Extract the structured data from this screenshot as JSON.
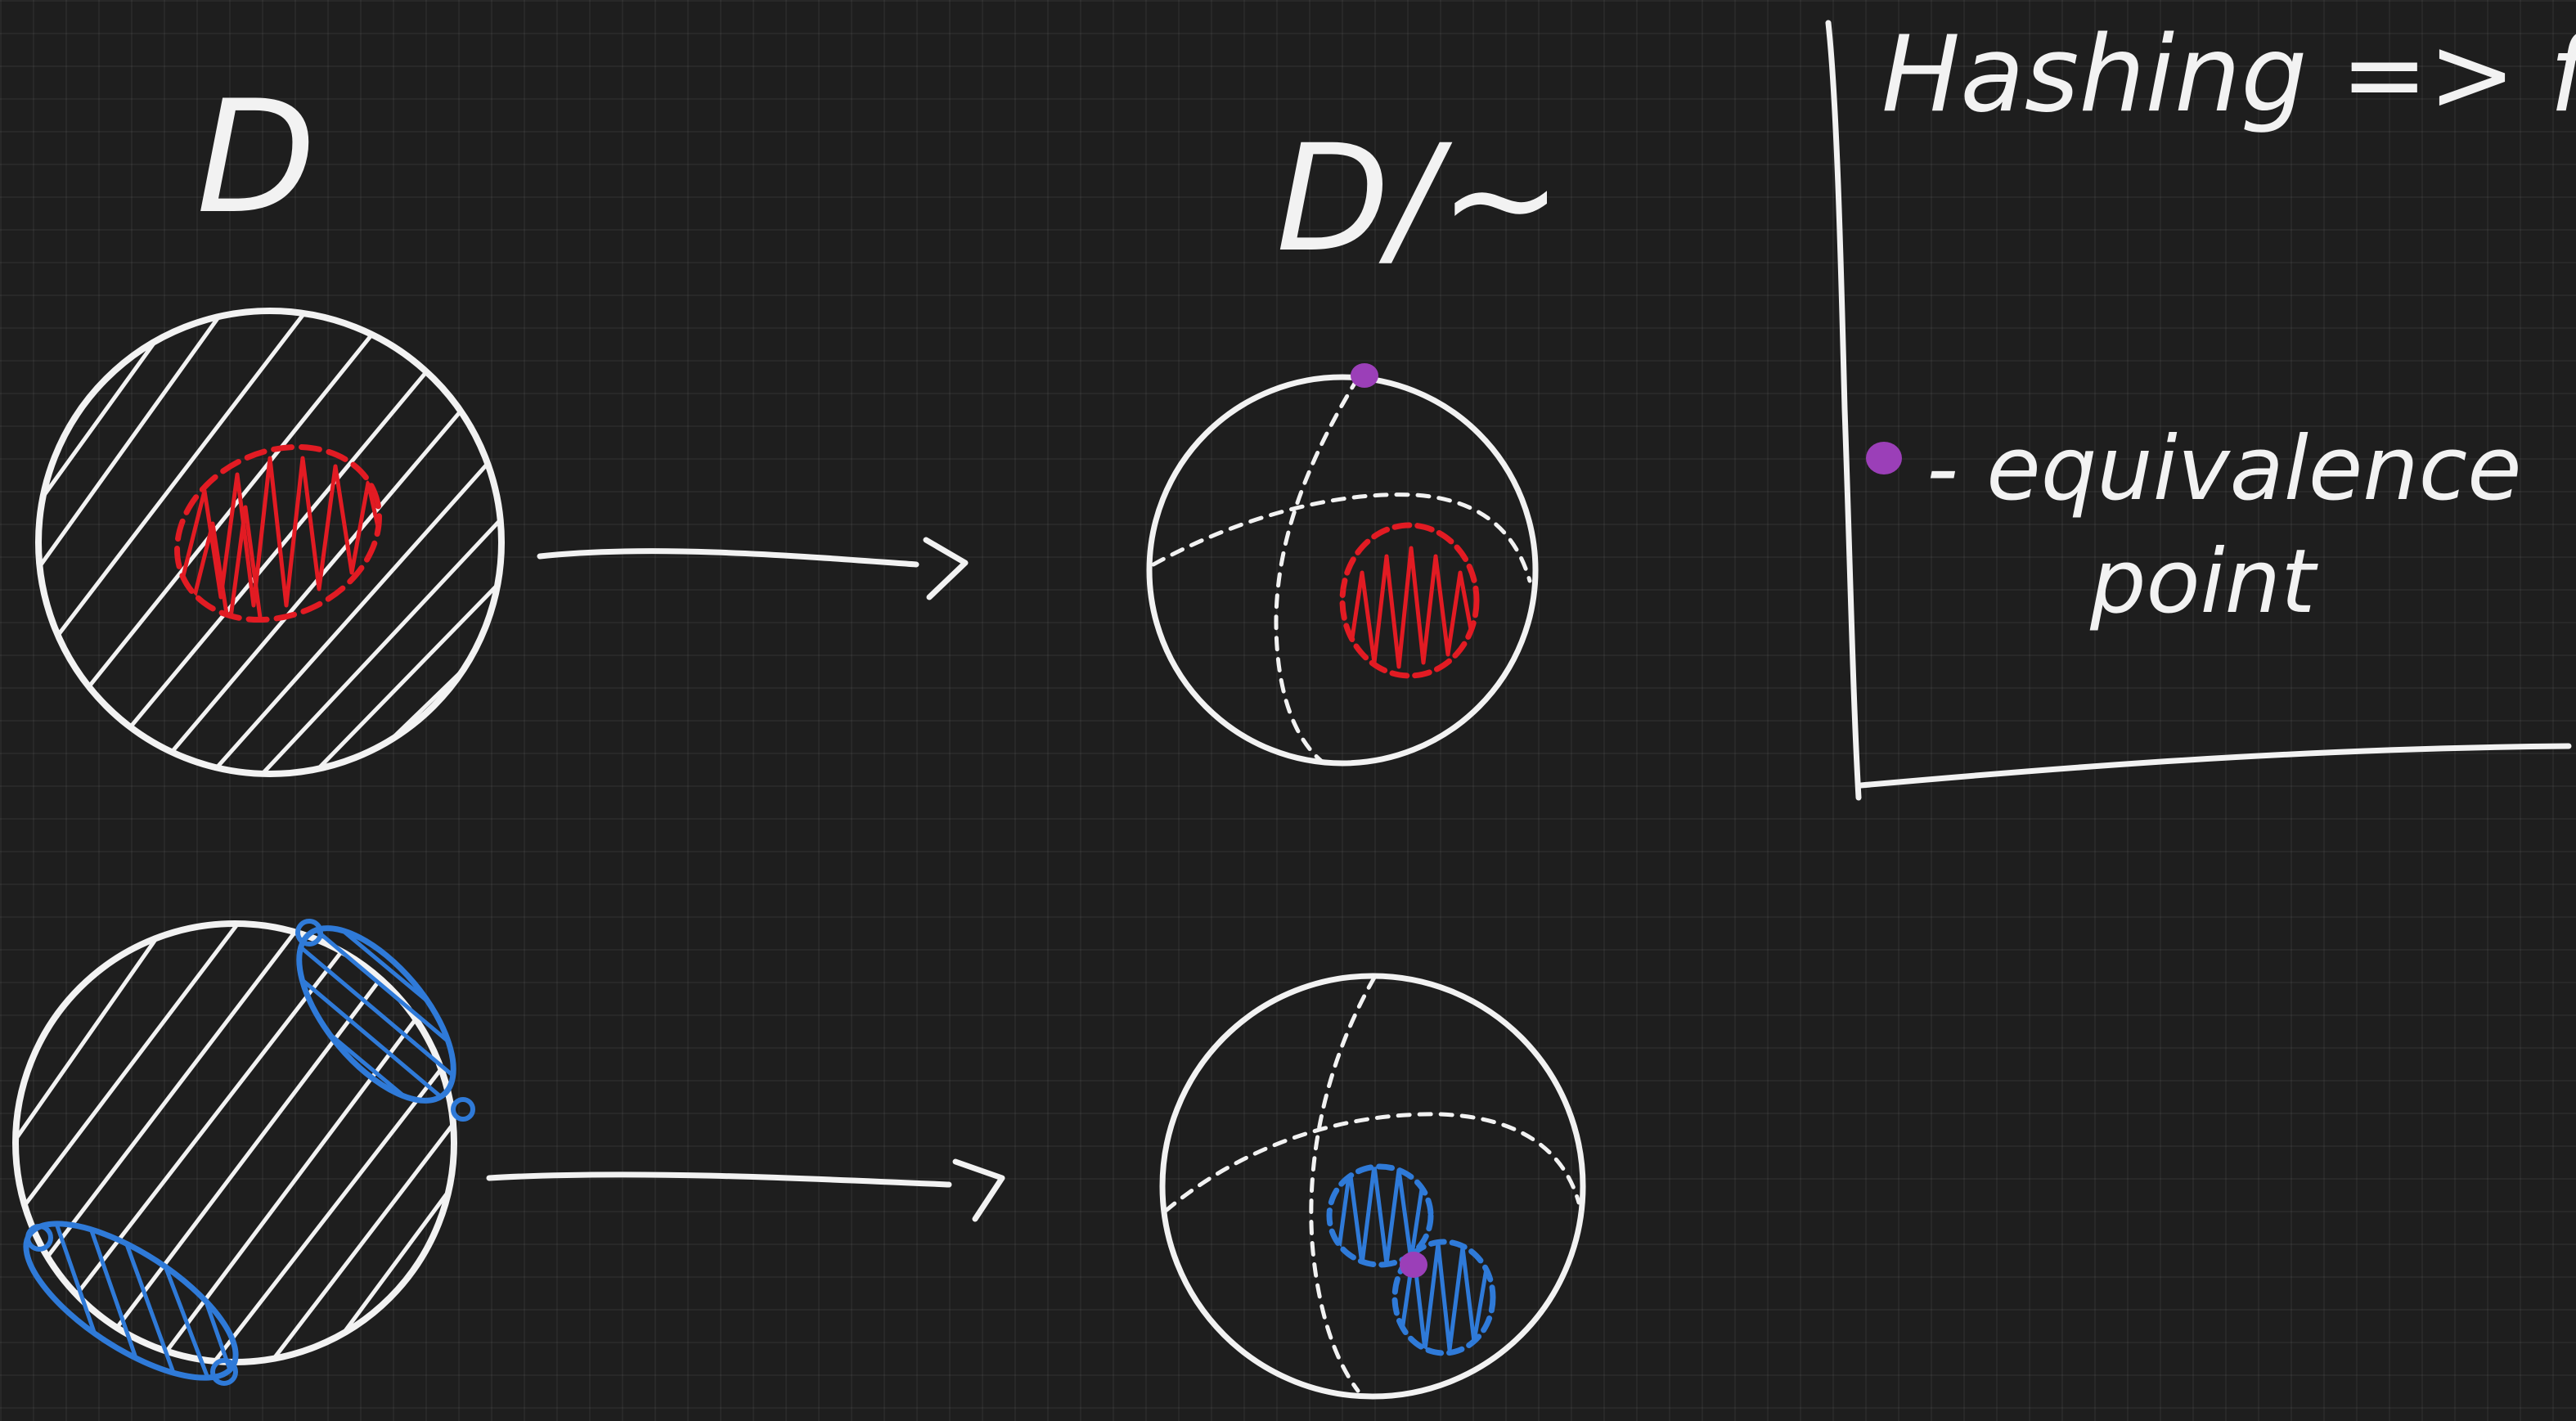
{
  "labels": {
    "domain_left": "D",
    "domain_quotient": "D/~",
    "note_title": "Hashing => filled",
    "legend_text_line1": "- equivalence",
    "legend_text_line2": "point"
  },
  "colors": {
    "background": "#1e1e1e",
    "ink": "#f2f2f2",
    "red_region": "#e21b23",
    "blue_region": "#2f7ad8",
    "equivalence_point": "#9b3fb8"
  },
  "icons": {
    "arrow_top": "right-arrow",
    "arrow_bottom": "right-arrow",
    "legend_marker": "purple-dot"
  }
}
